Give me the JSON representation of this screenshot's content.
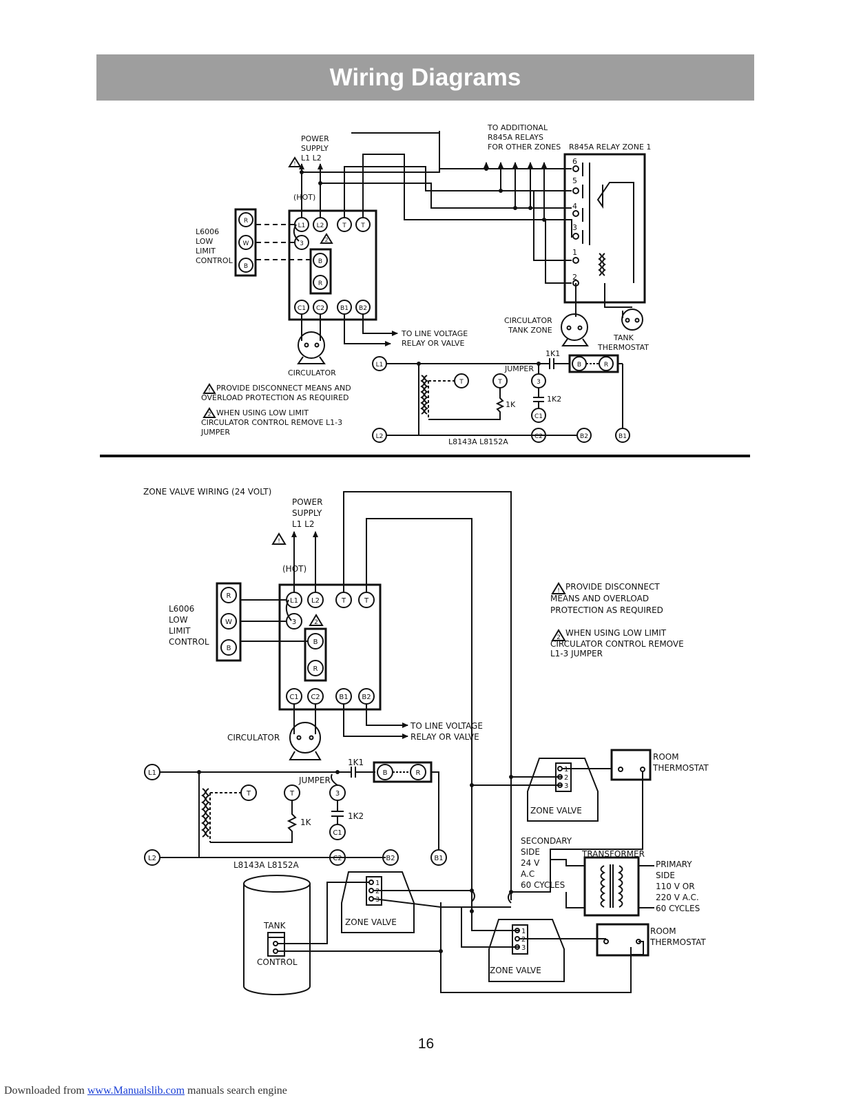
{
  "header": {
    "title": "Wiring Diagrams"
  },
  "diagram1": {
    "power_supply": [
      "POWER",
      "SUPPLY",
      "L1   L2"
    ],
    "hot": "(HOT)",
    "additional": [
      "TO ADDITIONAL",
      "R845A RELAYS",
      "FOR OTHER ZONES"
    ],
    "relay_title": "R845A RELAY ZONE 1",
    "relay_terms": [
      "6",
      "5",
      "4",
      "3",
      "1",
      "2"
    ],
    "l6006": [
      "L6006",
      "LOW",
      "LIMIT",
      "CONTROL"
    ],
    "l6006_terms": [
      "R",
      "W",
      "B"
    ],
    "top_terms": [
      "L1",
      "L2",
      "T",
      "T"
    ],
    "mid_terms": [
      "3",
      "B",
      "R"
    ],
    "bot_terms": [
      "C1",
      "C2",
      "B1",
      "B2"
    ],
    "to_line": [
      "TO LINE VOLTAGE",
      "RELAY OR VALVE"
    ],
    "circulator": "CIRCULATOR",
    "circ_tank": [
      "CIRCULATOR",
      "TANK ZONE"
    ],
    "tank_thermostat": [
      "TANK",
      "THERMOSTAT"
    ],
    "schem": {
      "l1": "L1",
      "l2": "L2",
      "t": "T",
      "three": "3",
      "c1": "C1",
      "c2": "C2",
      "b2": "B2",
      "b1": "B1",
      "b": "B",
      "r": "R",
      "k1": "1K1",
      "k2": "1K2",
      "k": "1K",
      "jumper": "JUMPER",
      "model": "L8143A   L8152A"
    },
    "note1": [
      "PROVIDE DISCONNECT MEANS AND",
      "OVERLOAD PROTECTION AS REQUIRED"
    ],
    "note2": [
      "WHEN USING LOW LIMIT",
      "CIRCULATOR CONTROL REMOVE L1-3",
      "JUMPER"
    ],
    "warn_mark": "!",
    "warn_mark2": "2"
  },
  "diagram2": {
    "title": "ZONE VALVE WIRING (24 VOLT)",
    "power_supply": [
      "POWER",
      "SUPPLY",
      "L1   L2"
    ],
    "hot": "(HOT)",
    "l6006": [
      "L6006",
      "LOW",
      "LIMIT",
      "CONTROL"
    ],
    "note1": [
      "PROVIDE DISCONNECT",
      "MEANS AND OVERLOAD",
      "PROTECTION AS REQUIRED"
    ],
    "note2": [
      "WHEN USING LOW LIMIT",
      "CIRCULATOR CONTROL REMOVE",
      "L1-3 JUMPER"
    ],
    "to_line": [
      "TO LINE VOLTAGE",
      "RELAY OR VALVE"
    ],
    "circulator": "CIRCULATOR",
    "zone_valve": "ZONE VALVE",
    "room_thermostat": [
      "ROOM",
      "THERMOSTAT"
    ],
    "secondary": [
      "SECONDARY",
      "SIDE",
      "24 V",
      "A.C",
      "60 CYCLES"
    ],
    "transformer": "TRANSFORMER",
    "primary": [
      "PRIMARY",
      "SIDE",
      "110 V OR",
      "220 V A.C.",
      "60 CYCLES"
    ],
    "tank_control": [
      "TANK",
      "CONTROL"
    ],
    "valve_terms": [
      "1",
      "2",
      "3"
    ]
  },
  "page_number": "16",
  "footer": {
    "prefix": "Downloaded from ",
    "link": "www.Manualslib.com",
    "suffix": " manuals search engine"
  }
}
